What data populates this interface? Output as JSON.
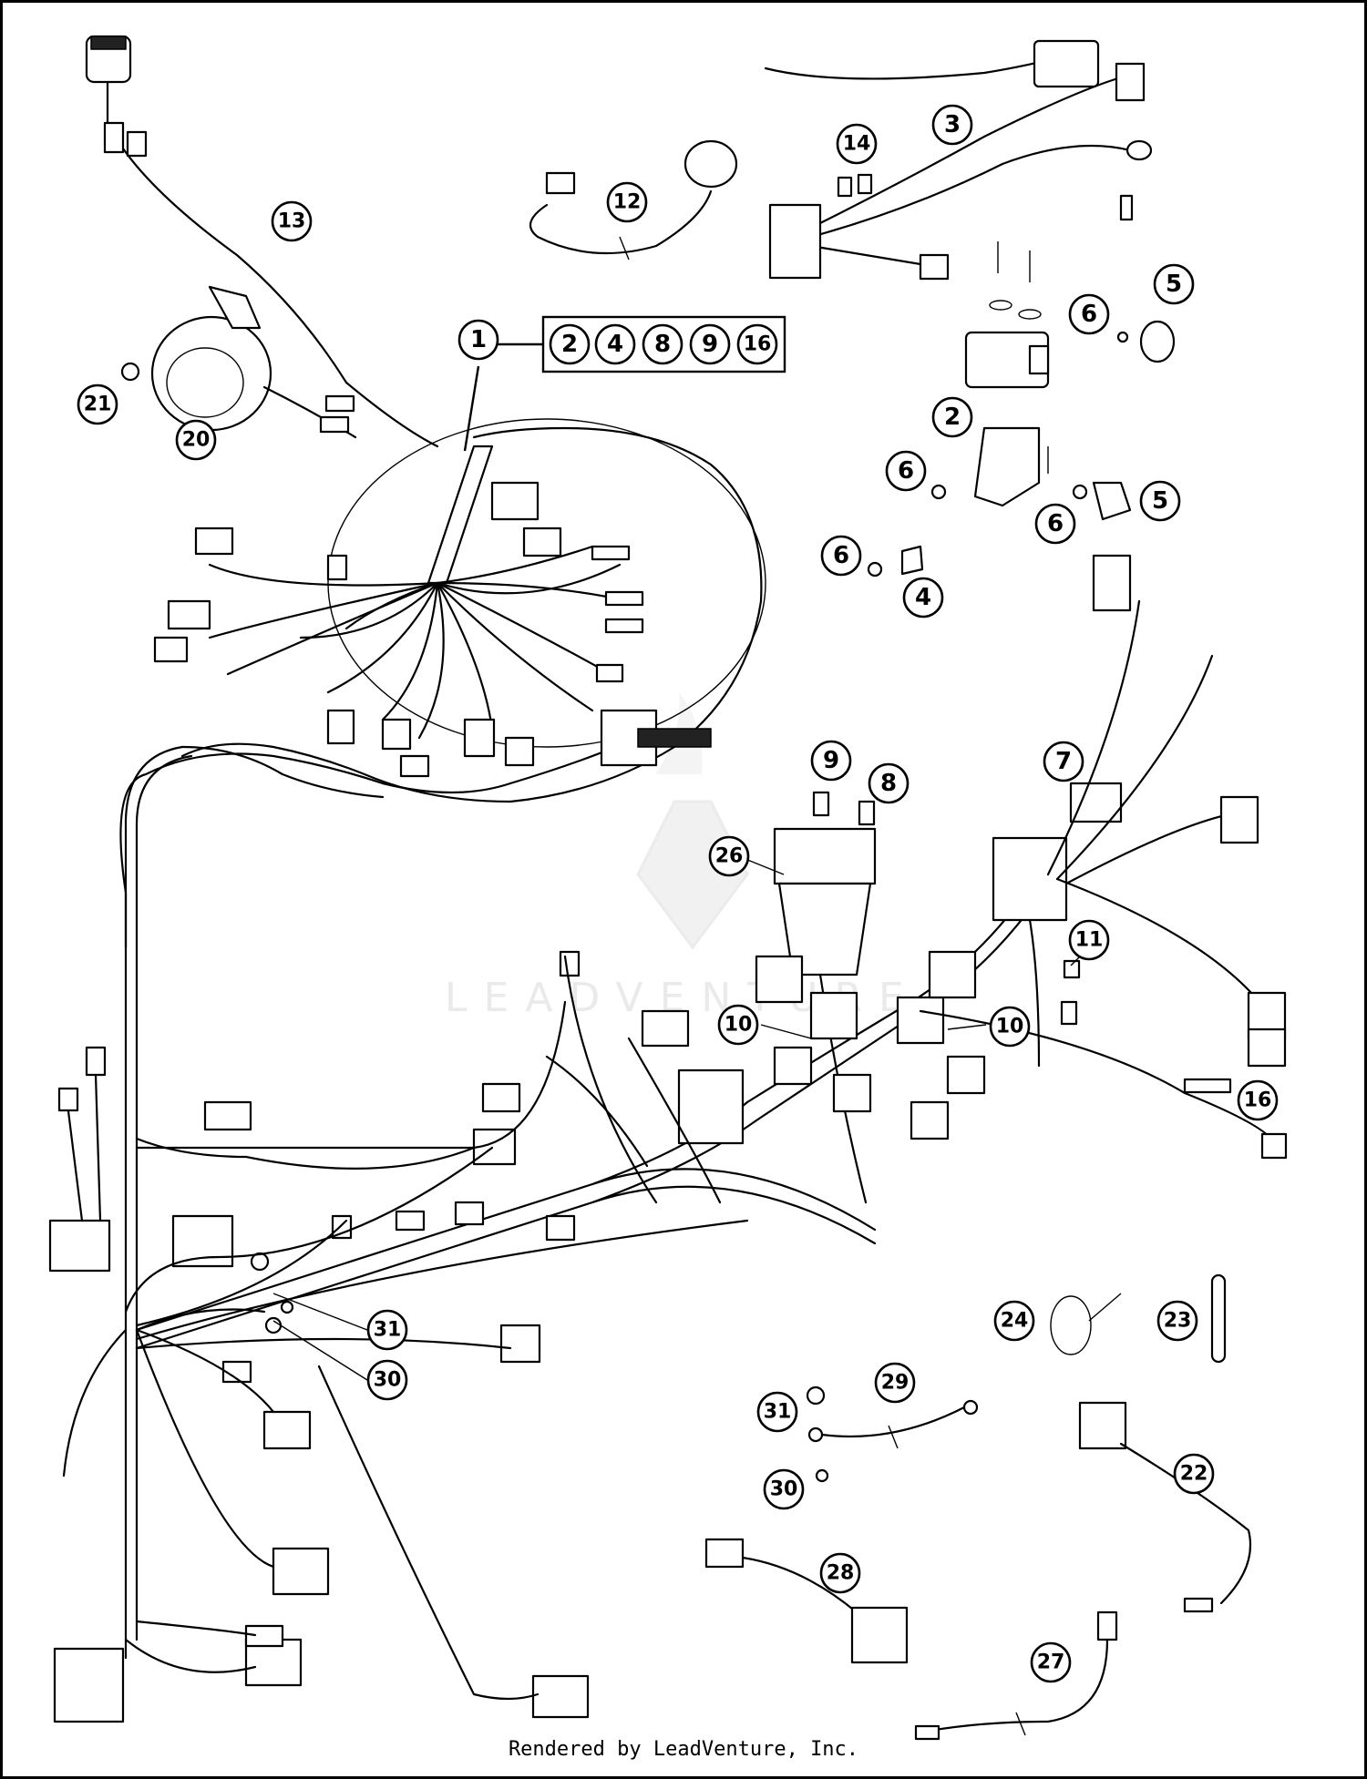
{
  "callouts": [
    {
      "n": "1"
    },
    {
      "n": "2"
    },
    {
      "n": "4"
    },
    {
      "n": "8"
    },
    {
      "n": "9"
    },
    {
      "n": "16"
    },
    {
      "n": "3"
    },
    {
      "n": "14"
    },
    {
      "n": "12"
    },
    {
      "n": "13"
    },
    {
      "n": "5"
    },
    {
      "n": "6"
    },
    {
      "n": "2"
    },
    {
      "n": "6"
    },
    {
      "n": "6"
    },
    {
      "n": "5"
    },
    {
      "n": "6"
    },
    {
      "n": "4"
    },
    {
      "n": "21"
    },
    {
      "n": "20"
    },
    {
      "n": "9"
    },
    {
      "n": "8"
    },
    {
      "n": "7"
    },
    {
      "n": "26"
    },
    {
      "n": "11"
    },
    {
      "n": "10"
    },
    {
      "n": "10"
    },
    {
      "n": "16"
    },
    {
      "n": "31"
    },
    {
      "n": "30"
    },
    {
      "n": "24"
    },
    {
      "n": "23"
    },
    {
      "n": "29"
    },
    {
      "n": "31"
    },
    {
      "n": "30"
    },
    {
      "n": "22"
    },
    {
      "n": "28"
    },
    {
      "n": "27"
    }
  ],
  "watermark": {
    "text": "LEADVENTURE"
  },
  "footer": {
    "text": "Rendered by LeadVenture, Inc."
  }
}
